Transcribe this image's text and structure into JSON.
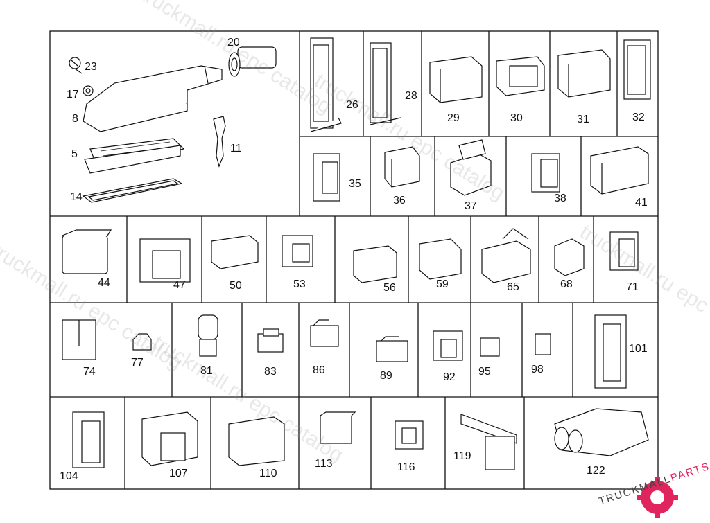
{
  "watermark_text": "truckmall.ru epc catalog",
  "logo": {
    "text_main": "TRUCKMALL",
    "text_accent": "PARTS",
    "accent_color": "#e0245e"
  },
  "part_labels": {
    "p23": "23",
    "p20": "20",
    "p17": "17",
    "p8": "8",
    "p5": "5",
    "p11": "11",
    "p14": "14",
    "p26": "26",
    "p28": "28",
    "p29": "29",
    "p30": "30",
    "p31": "31",
    "p32": "32",
    "p35": "35",
    "p36": "36",
    "p37": "37",
    "p38": "38",
    "p41": "41",
    "p44": "44",
    "p47": "47",
    "p50": "50",
    "p53": "53",
    "p56": "56",
    "p59": "59",
    "p65": "65",
    "p68": "68",
    "p71": "71",
    "p74": "74",
    "p77": "77",
    "p81": "81",
    "p83": "83",
    "p86": "86",
    "p89": "89",
    "p92": "92",
    "p95": "95",
    "p98": "98",
    "p101": "101",
    "p104": "104",
    "p107": "107",
    "p110": "110",
    "p113": "113",
    "p116": "116",
    "p119": "119",
    "p122": "122"
  }
}
